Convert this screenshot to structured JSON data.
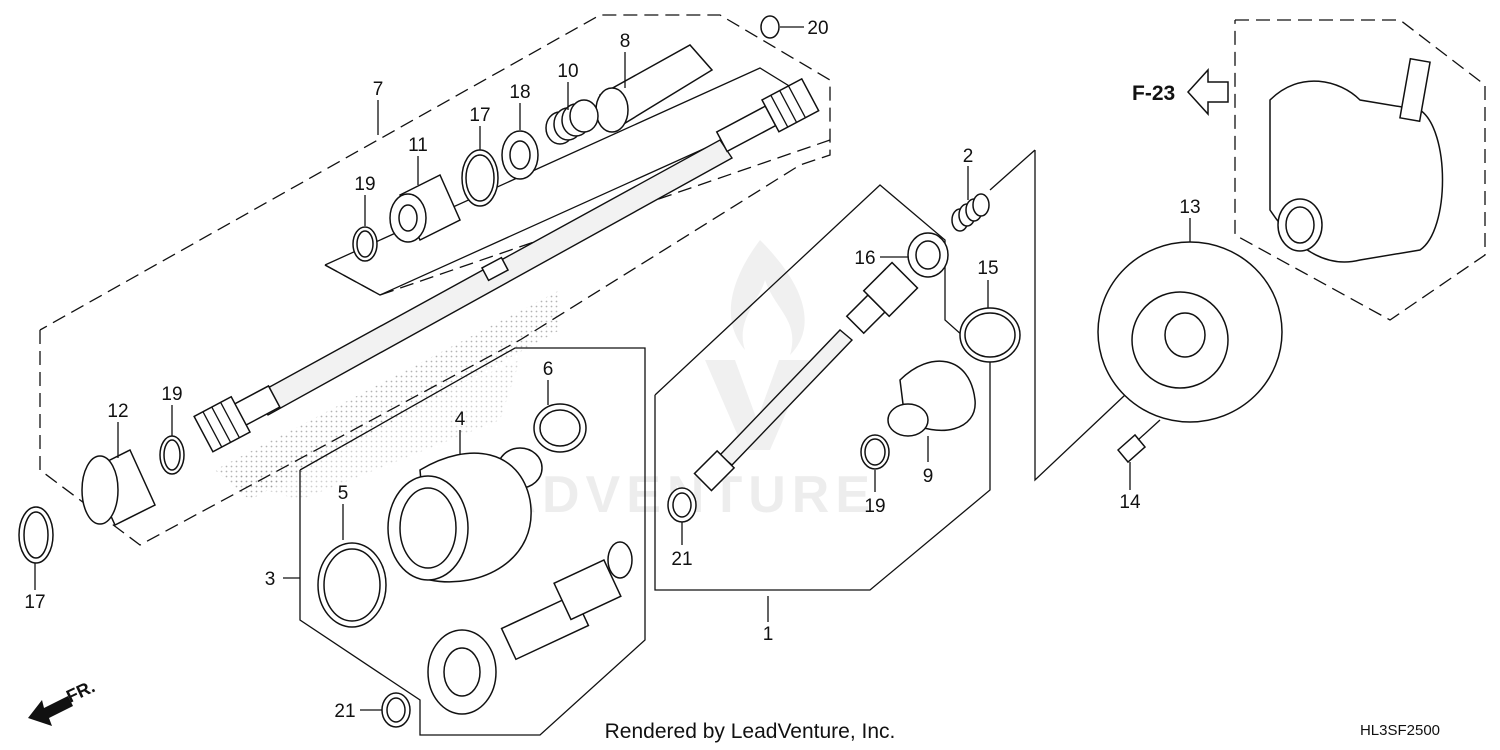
{
  "callouts": [
    {
      "id": "c1",
      "text": "1"
    },
    {
      "id": "c2",
      "text": "2"
    },
    {
      "id": "c3",
      "text": "3"
    },
    {
      "id": "c4",
      "text": "4"
    },
    {
      "id": "c5",
      "text": "5"
    },
    {
      "id": "c6",
      "text": "6"
    },
    {
      "id": "c7",
      "text": "7"
    },
    {
      "id": "c8",
      "text": "8"
    },
    {
      "id": "c9",
      "text": "9"
    },
    {
      "id": "c10",
      "text": "10"
    },
    {
      "id": "c11",
      "text": "11"
    },
    {
      "id": "c12",
      "text": "12"
    },
    {
      "id": "c13",
      "text": "13"
    },
    {
      "id": "c14",
      "text": "14"
    },
    {
      "id": "c15",
      "text": "15"
    },
    {
      "id": "c16",
      "text": "16"
    },
    {
      "id": "c17a",
      "text": "17"
    },
    {
      "id": "c17b",
      "text": "17"
    },
    {
      "id": "c18",
      "text": "18"
    },
    {
      "id": "c19a",
      "text": "19"
    },
    {
      "id": "c19b",
      "text": "19"
    },
    {
      "id": "c19c",
      "text": "19"
    },
    {
      "id": "c20",
      "text": "20"
    },
    {
      "id": "c21a",
      "text": "21"
    },
    {
      "id": "c21b",
      "text": "21"
    }
  ],
  "reference_label": "F-23",
  "front_label": "FR.",
  "footer_text": "Rendered by LeadVenture, Inc.",
  "diagram_code": "HL3SF2500",
  "watermark_text": "LEADVENTURE",
  "colors": {
    "line": "#111111",
    "shading": "#888888",
    "background": "#ffffff"
  }
}
